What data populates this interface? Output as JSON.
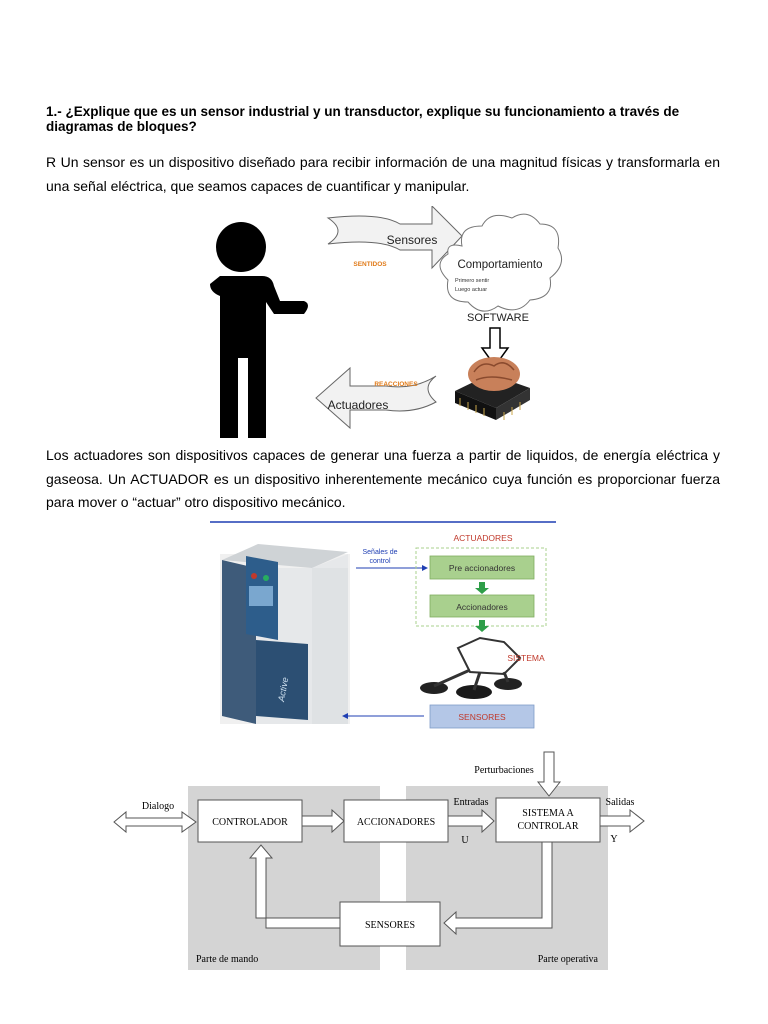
{
  "question": "1.- ¿Explique que es un sensor industrial y un transductor, explique su funcionamiento a través de diagramas de bloques?",
  "answer_paragraph": "R Un sensor es un dispositivo diseñado para recibir información de una magnitud físicas y transformarla en una señal eléctrica, que seamos capaces de cuantificar y manipular.",
  "actuators_paragraph": "Los actuadores son dispositivos capaces de generar una fuerza a partir de liquidos, de energía eléctrica y gaseosa. Un ACTUADOR es un dispositivo inherentemente mecánico cuya función es proporcionar fuerza para mover o “actuar” otro dispositivo mecánico.",
  "figure1": {
    "sensores": "Sensores",
    "sentidos": "SENTIDOS",
    "comportamiento": "Comportamiento",
    "primero_sentir": "Primero sentir",
    "luego_actuar": "Luego actuar",
    "software": "SOFTWARE",
    "reacciones": "REACCIONES",
    "actuadores": "Actuadores"
  },
  "figure2": {
    "senales_line1": "Señales de",
    "senales_line2": "control",
    "actuadores": "ACTUADORES",
    "pre_accionadores": "Pre accionadores",
    "accionadores": "Accionadores",
    "sistema": "SISTEMA",
    "sensores": "SENSORES",
    "device_label": "Active"
  },
  "figure3": {
    "dialogo": "Dialogo",
    "controlador": "CONTROLADOR",
    "accionadores": "ACCIONADORES",
    "entradas": "Entradas",
    "u": "U",
    "perturbaciones": "Perturbaciones",
    "sistema_line1": "SISTEMA  A",
    "sistema_line2": "CONTROLAR",
    "salidas": "Salidas",
    "y": "Y",
    "sensores": "SENSORES",
    "parte_mando": "Parte de mando",
    "parte_operativa": "Parte operativa"
  },
  "colors": {
    "red_title": "#c0392b",
    "green_box": "#a9d08e",
    "green_arrow": "#2e9e48",
    "blue_box": "#b4c7e7",
    "blue_line": "#1f3fb3",
    "orange_label": "#e07b1a",
    "gray_panel": "#d4d4d4"
  }
}
